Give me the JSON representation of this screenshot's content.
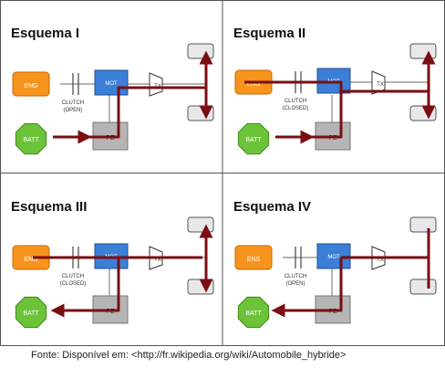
{
  "source_note": "Fonte: Disponível em: <http://fr.wikipedia.org/wiki/Automobile_hybride>",
  "labels": {
    "engine": "ENG",
    "engine_alt": "ENS",
    "motor": "MOT",
    "battery": "BATT",
    "power_electronics": "PE",
    "transmission": "TX",
    "clutch": "CLUTCH"
  },
  "schemes": [
    {
      "title": "Esquema I",
      "clutch_state": "(OPEN)"
    },
    {
      "title": "Esquema II",
      "clutch_state": "(CLOSED)"
    },
    {
      "title": "Esquema III",
      "clutch_state": "(CLOSED)"
    },
    {
      "title": "Esquema IV",
      "clutch_state": "(OPEN)"
    }
  ],
  "colors": {
    "engine": "#f7941d",
    "motor": "#3b7fd6",
    "battery": "#6cc33a",
    "power_electronics": "#b5b5b5",
    "flow_arrow": "#7a0e12",
    "panel_border": "#555555",
    "wheel_fill": "#e8e8e8"
  }
}
